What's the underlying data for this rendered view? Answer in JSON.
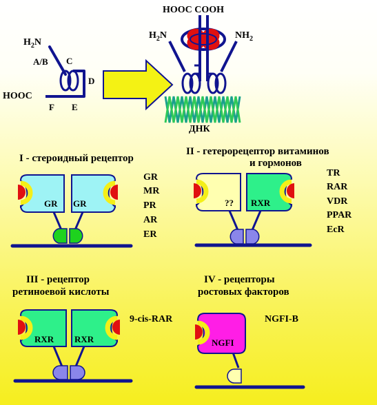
{
  "top": {
    "left_labels": {
      "h2n": "H",
      "h2n_sub": "2",
      "h2n_end": "N",
      "ab": "A/B",
      "c": "C",
      "d": "D",
      "hooc": "HOOC",
      "f": "F",
      "e": "E"
    },
    "right_labels": {
      "hooc_cooh": "HOOC COOH",
      "h2n": "H",
      "h2n_sub": "2",
      "h2n_end": "N",
      "nh2": "NH",
      "nh2_sub": "2",
      "dna": "ДНК"
    }
  },
  "panels": {
    "p1": {
      "title": "I - стероидный рецептор",
      "left_box": "GR",
      "right_box": "GR",
      "list": [
        "GR",
        "MR",
        "PR",
        "AR",
        "ER"
      ]
    },
    "p2": {
      "title_line1": "II - гетерорецептор витаминов",
      "title_line2": "и гормонов",
      "left_box": "??",
      "right_box": "RXR",
      "list": [
        "TR",
        "RAR",
        "VDR",
        "PPAR",
        "EcR"
      ]
    },
    "p3": {
      "title_line1": "III - рецептор",
      "title_line2": "ретиноевой кислоты",
      "left_box": "RXR",
      "right_box": "RXR",
      "ligand": "9-cis-RAR"
    },
    "p4": {
      "title_line1": "IV - рецепторы",
      "title_line2": "ростовых факторов",
      "box": "NGFI",
      "label": "NGFI-B"
    }
  },
  "colors": {
    "navy": "#10148f",
    "cyan_box": "#9ef3f5",
    "cream_box": "#ffffb0",
    "green_box": "#2ef08a",
    "magenta_box": "#ff1ee6",
    "red": "#e01010",
    "yellow_pocket": "#f4ef18",
    "arrow_fill": "#f4f214",
    "green_dbd": "#1ed21e",
    "violet_dbd": "#8a86ea",
    "dna_teal": "#1aa08c",
    "dna_green": "#2ec85a"
  }
}
